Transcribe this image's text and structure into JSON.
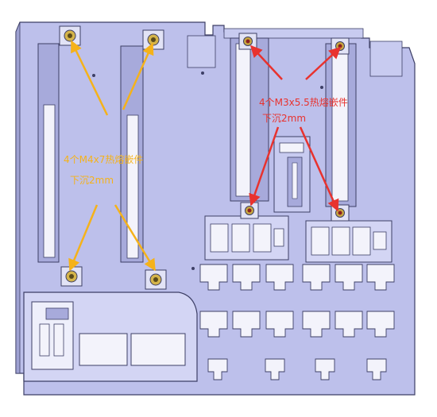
{
  "callouts": {
    "m4": {
      "line1": "4个M4x7热熔嵌件",
      "line2": "下沉2mm",
      "color": "#f5b21a"
    },
    "m3": {
      "line1": "4个M3x5.5热熔嵌件",
      "line2": "下沉2mm",
      "color": "#e8322e"
    }
  },
  "colors": {
    "plate": "#bdc0eb",
    "plate_dark": "#9ea1d2",
    "outline": "#3d3f66",
    "highlight": "#f3f3fb",
    "insert_brass": "#d4b44a"
  }
}
